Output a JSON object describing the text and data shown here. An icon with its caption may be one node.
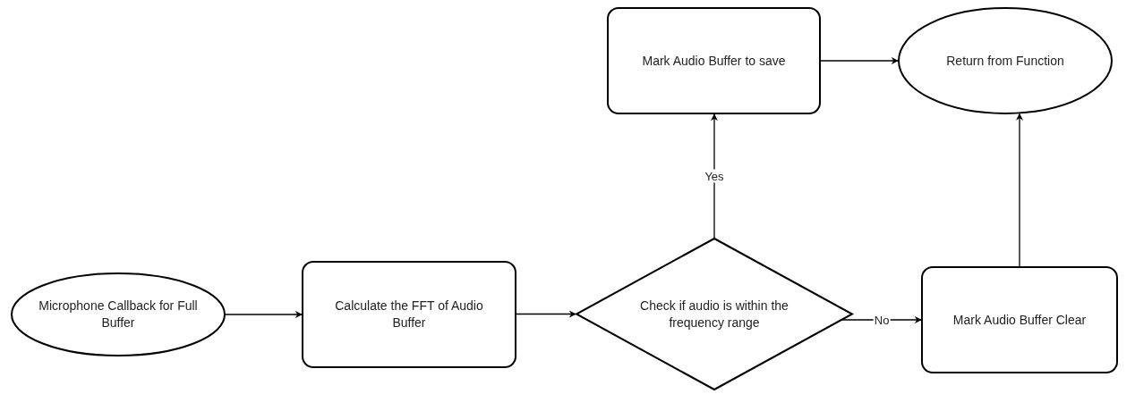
{
  "diagram": {
    "nodes": [
      {
        "text": [
          "Microphone Callback for Full Buffer"
        ]
      },
      {
        "text": [
          "Calculate the FFT of Audio Buffer"
        ]
      },
      {
        "text": [
          "Check if audio is within the frequency range"
        ]
      },
      {
        "text": [
          "Mark Audio Buffer to save"
        ]
      },
      {
        "text": [
          "Return from Function"
        ]
      },
      {
        "text": [
          "Mark Audio Buffer Clear"
        ]
      }
    ],
    "edges": [
      {
        "from": 0,
        "to": 1,
        "arrow": "to"
      },
      {
        "from": 1,
        "to": 2,
        "arrow": "to"
      },
      {
        "from": 2,
        "to": 3,
        "arrow": "to",
        "label": "Yes"
      },
      {
        "from": 2,
        "to": 5,
        "arrow": "to",
        "label": "No"
      },
      {
        "from": 3,
        "to": 4,
        "arrow": "to"
      },
      {
        "from": 5,
        "to": 4,
        "arrow": "to"
      }
    ]
  }
}
